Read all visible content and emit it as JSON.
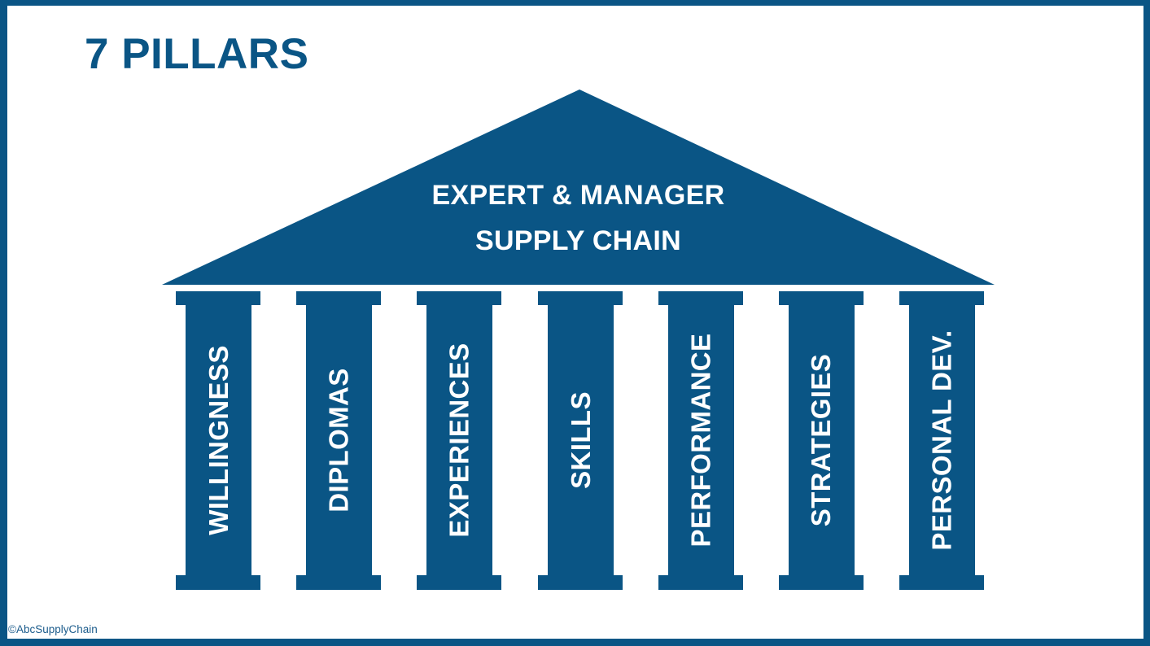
{
  "slide": {
    "title": "7 PILLARS",
    "accent_color": "#0A5585",
    "background_color": "#FFFFFF",
    "text_on_accent_color": "#FFFFFF"
  },
  "pediment": {
    "line1": "EXPERT & MANAGER",
    "line2": "SUPPLY CHAIN"
  },
  "pillars": [
    {
      "label": "WILLINGNESS"
    },
    {
      "label": "DIPLOMAS"
    },
    {
      "label": "EXPERIENCES"
    },
    {
      "label": "SKILLS"
    },
    {
      "label": "PERFORMANCE"
    },
    {
      "label": "STRATEGIES"
    },
    {
      "label": "PERSONAL DEV."
    }
  ],
  "footer": {
    "credit": "©AbcSupplyChain"
  }
}
